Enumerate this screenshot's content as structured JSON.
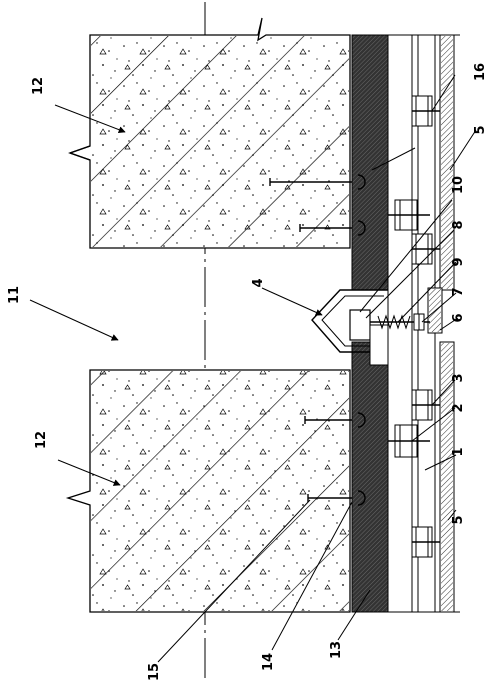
{
  "drawing": {
    "type": "patent-cross-section",
    "labels": {
      "l1": "1",
      "l2": "2",
      "l3": "3",
      "l4": "4",
      "l5a": "5",
      "l5b": "5",
      "l6": "6",
      "l7": "7",
      "l8": "8",
      "l9": "9",
      "l10": "10",
      "l11": "11",
      "l12a": "12",
      "l12b": "12",
      "l13": "13",
      "l14": "14",
      "l15": "15",
      "l16": "16"
    }
  }
}
